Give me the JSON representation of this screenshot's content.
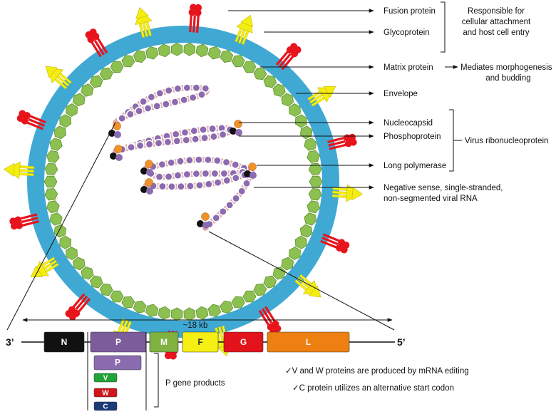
{
  "labels": {
    "fusion": "Fusion protein",
    "glyco": "Glycoprotein",
    "attach_1": "Responsible for",
    "attach_2": "cellular attachment",
    "attach_3": "and host cell entry",
    "matrix": "Matrix protein",
    "matrix_fn_1": "Mediates morphogenesis",
    "matrix_fn_2": "and budding",
    "envelope": "Envelope",
    "nucleocapsid": "Nucleocapsid",
    "phospho": "Phosphoprotein",
    "rnp": "Virus ribonucleoprotein",
    "polymerase": "Long polymerase",
    "rna_1": "Negative sense, single-stranded,",
    "rna_2": "non-segmented viral RNA"
  },
  "genome": {
    "length": "~18 kb",
    "left_end": "3’",
    "right_end": "5’",
    "genes": [
      {
        "label": "N",
        "color": "#111111"
      },
      {
        "label": "P",
        "color": "#7d5c9c"
      },
      {
        "label": "M",
        "color": "#7fb241"
      },
      {
        "label": "F",
        "color": "#f5ef14"
      },
      {
        "label": "G",
        "color": "#e3131b"
      },
      {
        "label": "L",
        "color": "#ee8012"
      }
    ],
    "products": [
      {
        "label": "P",
        "color": "#8a6bb0"
      },
      {
        "label": "V",
        "color": "#1fa437"
      },
      {
        "label": "W",
        "color": "#d0161b"
      },
      {
        "label": "C",
        "color": "#1a3a7a"
      }
    ],
    "products_label": "P gene products",
    "note_1": "✓V and W proteins are produced by mRNA editing",
    "note_2": "✓C protein utilizes an alternative start codon"
  },
  "colors": {
    "envelope": "#3fa9d4",
    "matrix": "#8cc152",
    "fusion": "#f4ee10",
    "glyco": "#e8141c",
    "rna_strand": "#d98c8c",
    "nucleocapsid": "#8a6bb0",
    "polymerase": "#f0922b"
  }
}
